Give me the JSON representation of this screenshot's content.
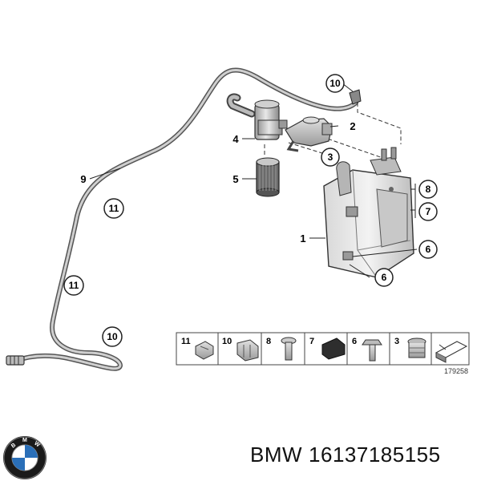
{
  "callouts": {
    "c10_top": "10",
    "c2": "2",
    "c4": "4",
    "c3": "3",
    "c5": "5",
    "c9": "9",
    "c8": "8",
    "c7": "7",
    "c11_upper": "11",
    "c1": "1",
    "c6_right": "6",
    "c11_lower": "11",
    "c6_lower": "6",
    "c10_bottom": "10"
  },
  "parts_strip": {
    "items": [
      {
        "number": "11",
        "icon": "hose-clamp-icon"
      },
      {
        "number": "10",
        "icon": "double-clip-icon"
      },
      {
        "number": "8",
        "icon": "bolt-icon"
      },
      {
        "number": "7",
        "icon": "rubber-buffer-icon"
      },
      {
        "number": "6",
        "icon": "hex-bolt-icon"
      },
      {
        "number": "3",
        "icon": "grommet-icon"
      },
      {
        "number": "",
        "icon": "arrow-direction-icon"
      }
    ],
    "drawing_number": "179258"
  },
  "brand": {
    "logo_text": "BMW",
    "name": "BMW",
    "part_number": "16137185155"
  }
}
